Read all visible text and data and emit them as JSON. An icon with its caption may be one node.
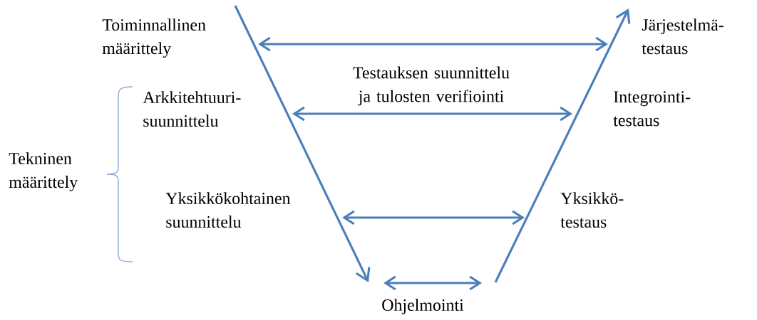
{
  "diagram": {
    "nodes": [
      {
        "text": [
          "Toiminnallinen määrittely"
        ]
      },
      {
        "text": [
          "Järjestelmä- testaus"
        ]
      },
      {
        "text": [
          "Arkkitehtuuri- suunnittelu"
        ]
      },
      {
        "text": [
          "Integrointi- testaus"
        ]
      },
      {
        "text": [
          "Yksikkökohtainen suunnittelu"
        ]
      },
      {
        "text": [
          "Yksikkö- testaus"
        ]
      },
      {
        "text": [
          "Ohjelmointi"
        ]
      },
      {
        "text": [
          "Tekninen määrittely"
        ]
      }
    ],
    "labels": [
      "Testauksen suunnittelu ja tulosten verifiointi"
    ]
  }
}
